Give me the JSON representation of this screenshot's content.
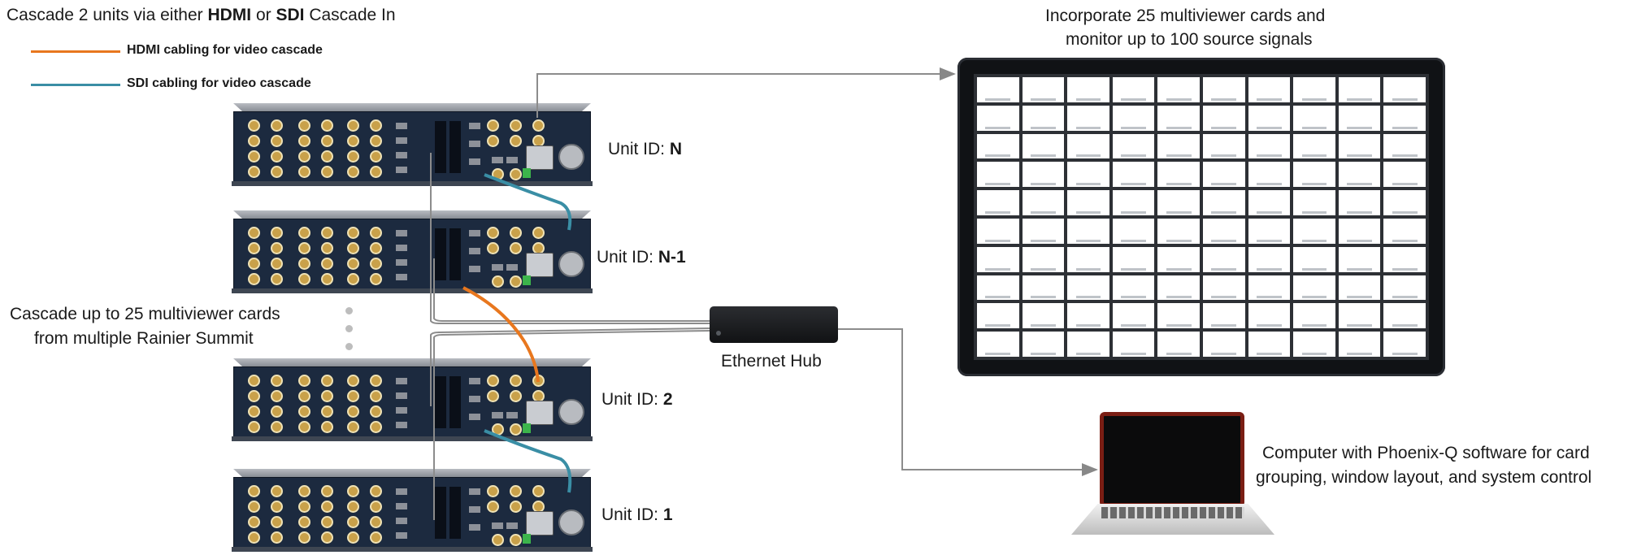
{
  "heading": {
    "prefix": "Cascade 2 units via either ",
    "hdmi": "HDMI",
    "mid": " or ",
    "sdi": "SDI",
    "suffix": " Cascade In"
  },
  "legend": {
    "hdmi_label": "HDMI cabling for video cascade",
    "sdi_label": "SDI cabling for video cascade",
    "hdmi_color": "#e8771e",
    "sdi_color": "#3a8ea5"
  },
  "monitor_caption": {
    "line1": "Incorporate 25 multiviewer cards and",
    "line2": "monitor up to 100 source signals"
  },
  "cascade_note": {
    "line1": "Cascade up to 25 multiviewer cards",
    "line2": "from multiple Rainier Summit"
  },
  "units": [
    {
      "prefix": "Unit ID: ",
      "id": "N"
    },
    {
      "prefix": "Unit ID: ",
      "id": "N-1"
    },
    {
      "prefix": "Unit ID: ",
      "id": "2"
    },
    {
      "prefix": "Unit ID: ",
      "id": "1"
    }
  ],
  "hub_label": "Ethernet Hub",
  "computer_caption": {
    "line1": "Computer with Phoenix-Q software for card",
    "line2": "grouping, window layout, and system control"
  },
  "monitor_grid": {
    "rows": 10,
    "cols": 10
  },
  "icons": [
    "multiviewer-unit",
    "monitor-display",
    "ethernet-hub",
    "laptop-computer"
  ]
}
